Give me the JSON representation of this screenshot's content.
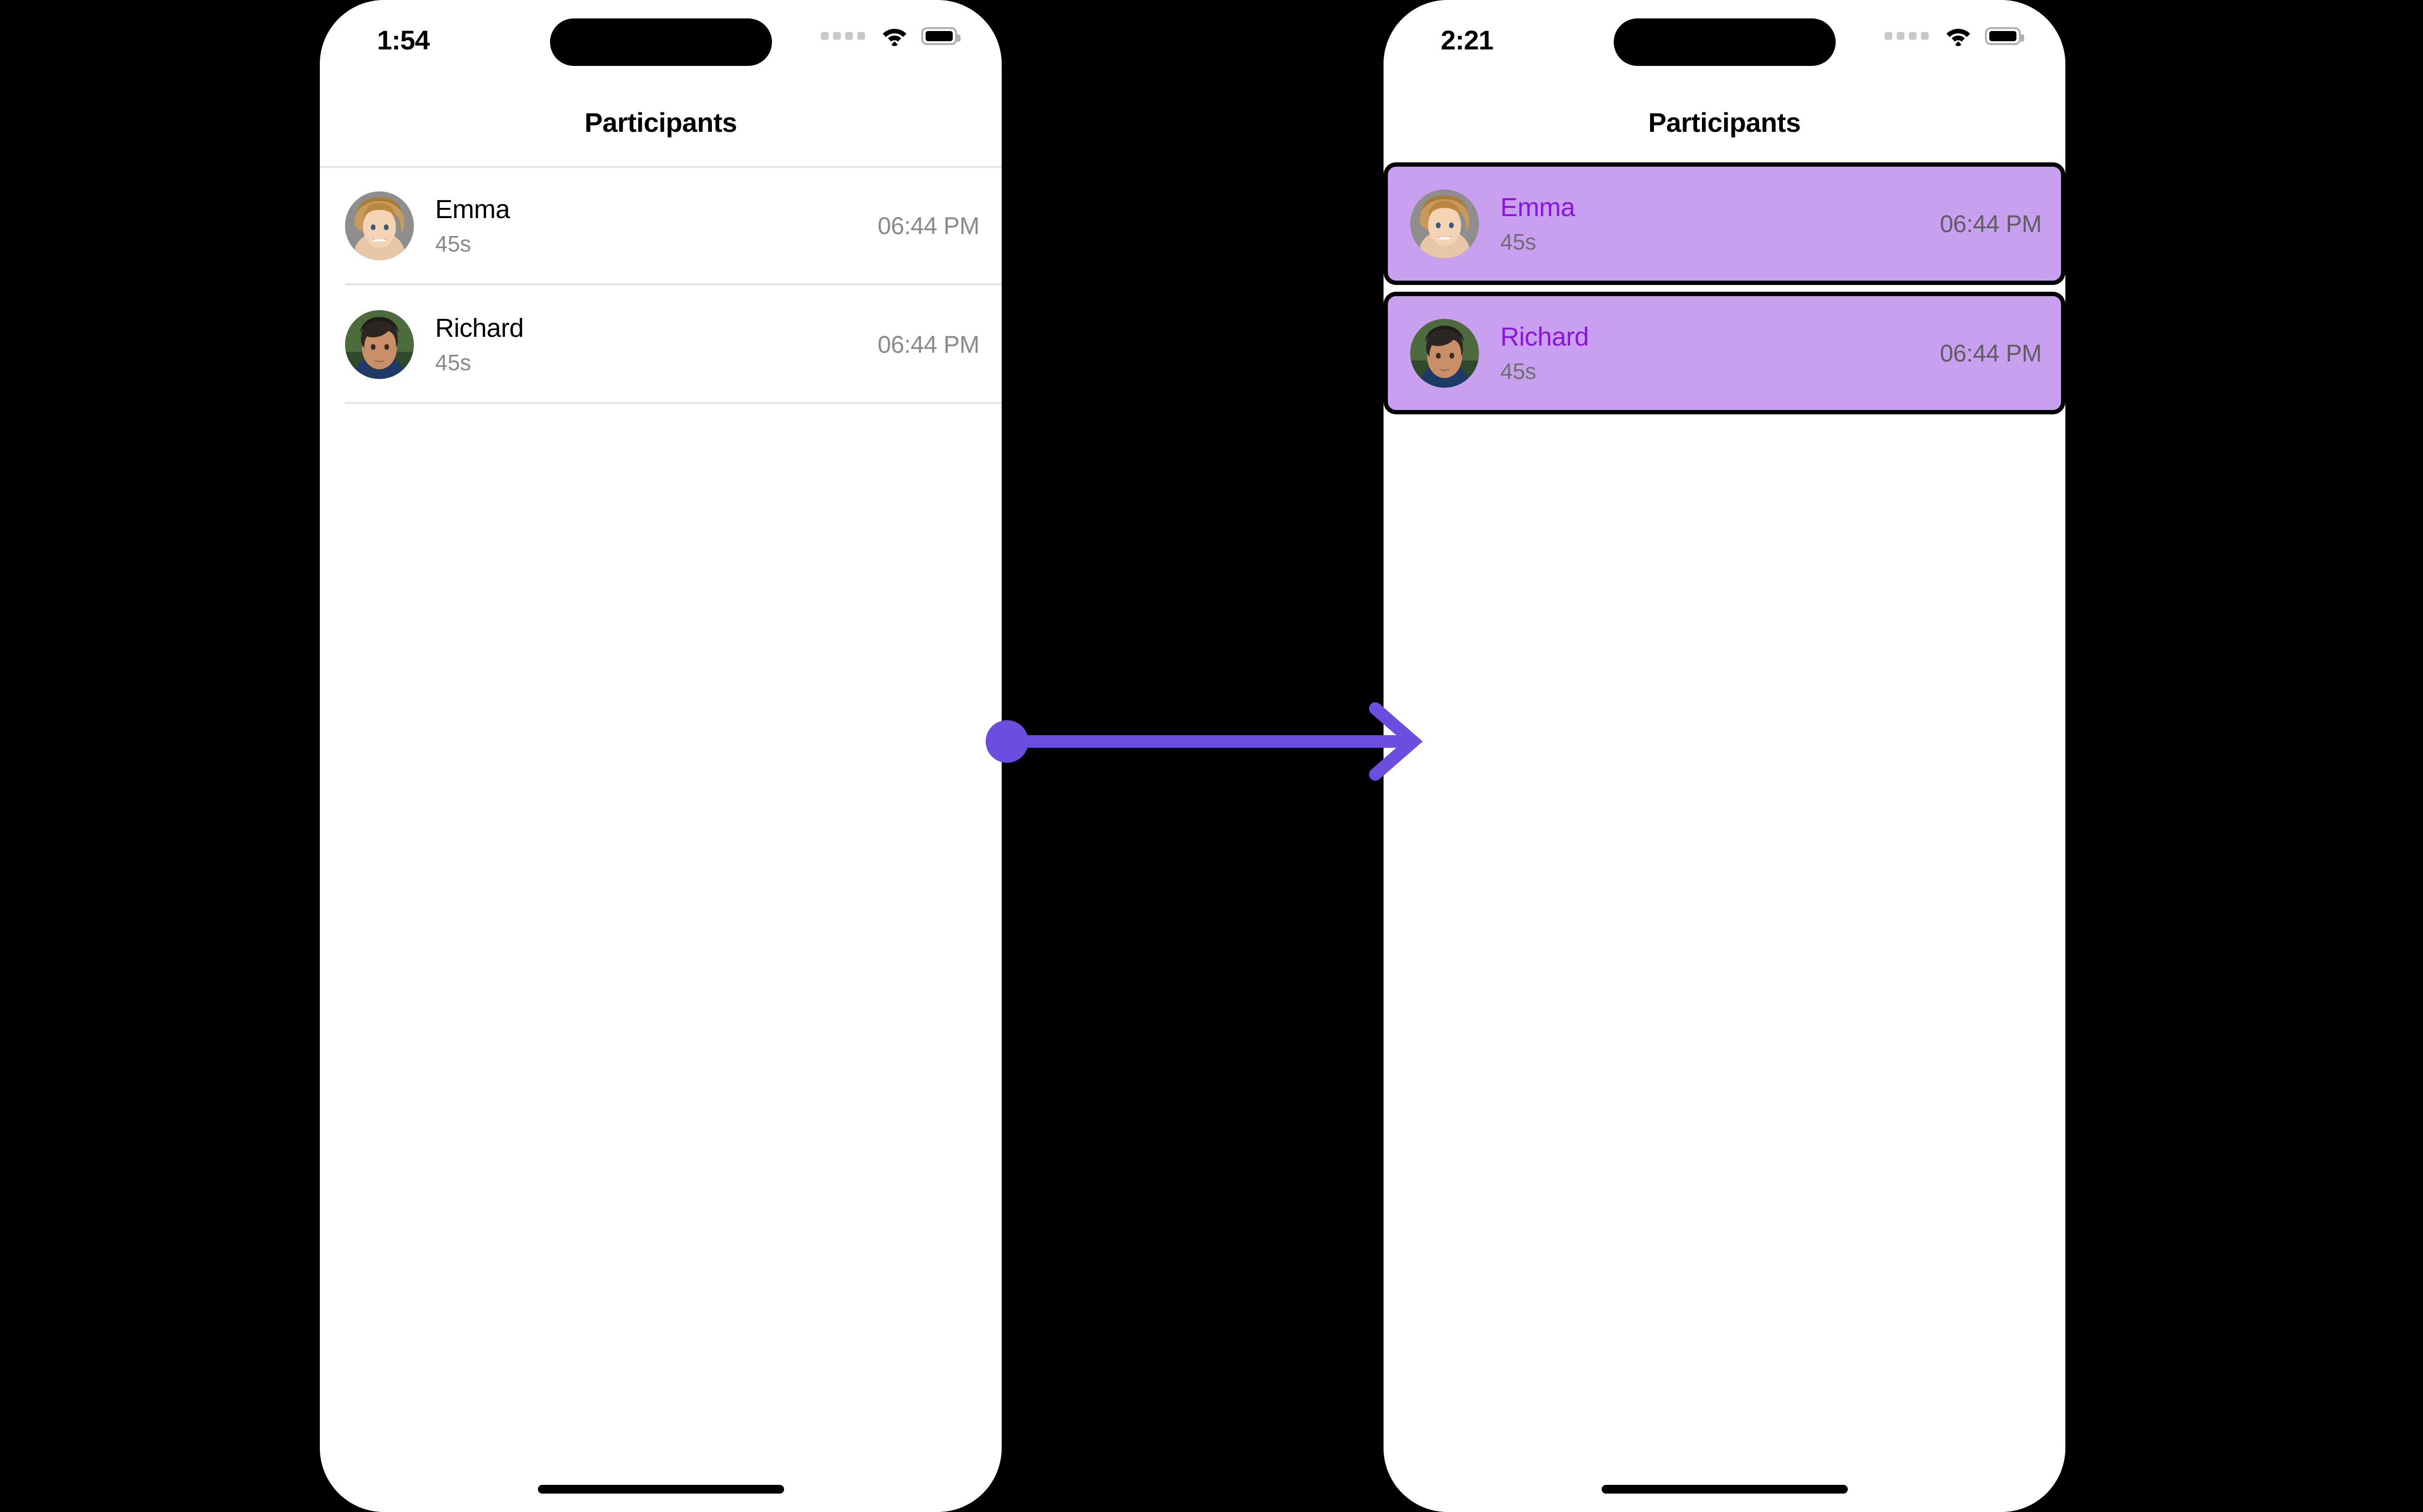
{
  "accent": {
    "arrow": "#6B4EE0",
    "highlight_fill": "#C9A0EF",
    "highlight_border": "#000000",
    "highlight_name_text": "#8B15E0",
    "separator": "#DCDCDC",
    "subtitle": "#8A8A8E"
  },
  "phones": [
    {
      "id": "before",
      "status": {
        "time": "1:54",
        "signal_icon": "cellular-signal-icon",
        "wifi_icon": "wifi-icon",
        "battery_icon": "battery-icon"
      },
      "nav": {
        "title": "Participants"
      },
      "rows": [
        {
          "name": "Emma",
          "duration": "45s",
          "time": "06:44 PM",
          "avatar": "avatar-emma",
          "selected": false
        },
        {
          "name": "Richard",
          "duration": "45s",
          "time": "06:44 PM",
          "avatar": "avatar-richard",
          "selected": false
        }
      ]
    },
    {
      "id": "after",
      "status": {
        "time": "2:21",
        "signal_icon": "cellular-signal-icon",
        "wifi_icon": "wifi-icon",
        "battery_icon": "battery-icon"
      },
      "nav": {
        "title": "Participants"
      },
      "rows": [
        {
          "name": "Emma",
          "duration": "45s",
          "time": "06:44 PM",
          "avatar": "avatar-emma",
          "selected": true
        },
        {
          "name": "Richard",
          "duration": "45s",
          "time": "06:44 PM",
          "avatar": "avatar-richard",
          "selected": true
        }
      ]
    }
  ],
  "annotation": {
    "type": "arrow",
    "direction": "right",
    "start_dot": true,
    "label": ""
  }
}
